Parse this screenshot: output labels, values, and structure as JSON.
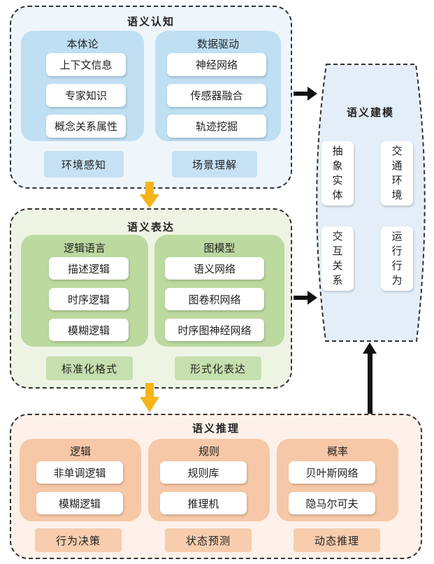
{
  "colors": {
    "cognition_bg": "#eef6fc",
    "cognition_card": "#bfdff3",
    "cognition_label": "#c6e1f3",
    "expression_bg": "#eef4e4",
    "expression_card": "#bcd9a0",
    "expression_label": "#c6dfae",
    "reasoning_bg": "#fdf1e9",
    "reasoning_card": "#f6c8a7",
    "reasoning_label": "#f7cdad",
    "modeling_bg": "#e3eef8",
    "yellow_arrow": "#f7b41a",
    "black_arrow": "#111111"
  },
  "cognition": {
    "title": "语义认知",
    "left": {
      "title": "本体论",
      "items": [
        "上下文信息",
        "专家知识",
        "概念关系属性"
      ],
      "label": "环境感知"
    },
    "right": {
      "title": "数据驱动",
      "items": [
        "神经网络",
        "传感器融合",
        "轨迹挖掘"
      ],
      "label": "场景理解"
    }
  },
  "expression": {
    "title": "语义表达",
    "left": {
      "title": "逻辑语言",
      "items": [
        "描述逻辑",
        "时序逻辑",
        "模糊逻辑"
      ],
      "label": "标准化格式"
    },
    "right": {
      "title": "图模型",
      "items": [
        "语义网络",
        "图卷积网络",
        "时序图神经网络"
      ],
      "label": "形式化表达"
    }
  },
  "reasoning": {
    "title": "语义推理",
    "c1": {
      "title": "逻辑",
      "items": [
        "非单调逻辑",
        "模糊逻辑"
      ],
      "label": "行为决策"
    },
    "c2": {
      "title": "规则",
      "items": [
        "规则库",
        "推理机"
      ],
      "label": "状态预测"
    },
    "c3": {
      "title": "概率",
      "items": [
        "贝叶斯网络",
        "隐马尔可夫"
      ],
      "label": "动态推理"
    }
  },
  "modeling": {
    "title": "语义建模",
    "items": [
      [
        "抽",
        "象",
        "实",
        "体"
      ],
      [
        "交",
        "通",
        "环",
        "境"
      ],
      [
        "交",
        "互",
        "关",
        "系"
      ],
      [
        "运",
        "行",
        "行",
        "为"
      ]
    ]
  }
}
